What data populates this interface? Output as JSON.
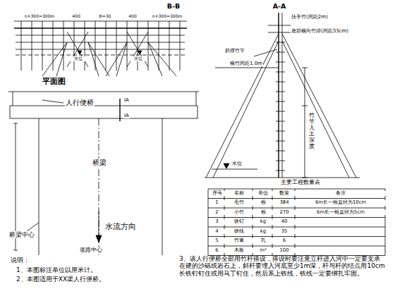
{
  "diagram": {
    "labels": [
      "B-B",
      "A-A",
      "平面图",
      "n×300=300m",
      "400",
      "B=30",
      "400",
      "n×300=300m",
      "水位",
      "水位",
      "扶手竹(间距2m)",
      "底部横向竹排(间距33cm)",
      "斜撑竹竿",
      "横竹间距1.0m",
      "水位",
      "竹竿入土深度",
      "人行便桥",
      "IA",
      "IA",
      "桥梁",
      "桥梁中心",
      "水流方向",
      "道路中心",
      "主要工程数量表",
      "序号",
      "名称",
      "单位",
      "数量",
      "备注",
      "1",
      "毛竹",
      "根",
      "384",
      "6m长一根直径为10cm",
      "2",
      "小竹",
      "根",
      "270",
      "6m长一根直径为5cm",
      "3",
      "铁钉",
      "kg",
      "40",
      "4",
      "铁线",
      "kg",
      "35",
      "5",
      "竹篱",
      "扎",
      "6",
      "6",
      "木板",
      "m²",
      "100",
      "说明：",
      "1、本图标注单位以厘米计。",
      "2、本图适用于XX渠人行便桥。",
      "3、该人行便桥全部用竹杆搭设，搭设时要注意立杆进入河中一定要支承在硬的沙砾或岩石上，斜杆要埋入河底至少1m深，杆与杆的结点用10cm长铁钉钉住或用马丁钉住，然后系上铁线，铁线一定要绑扎牢固。"
    ]
  }
}
